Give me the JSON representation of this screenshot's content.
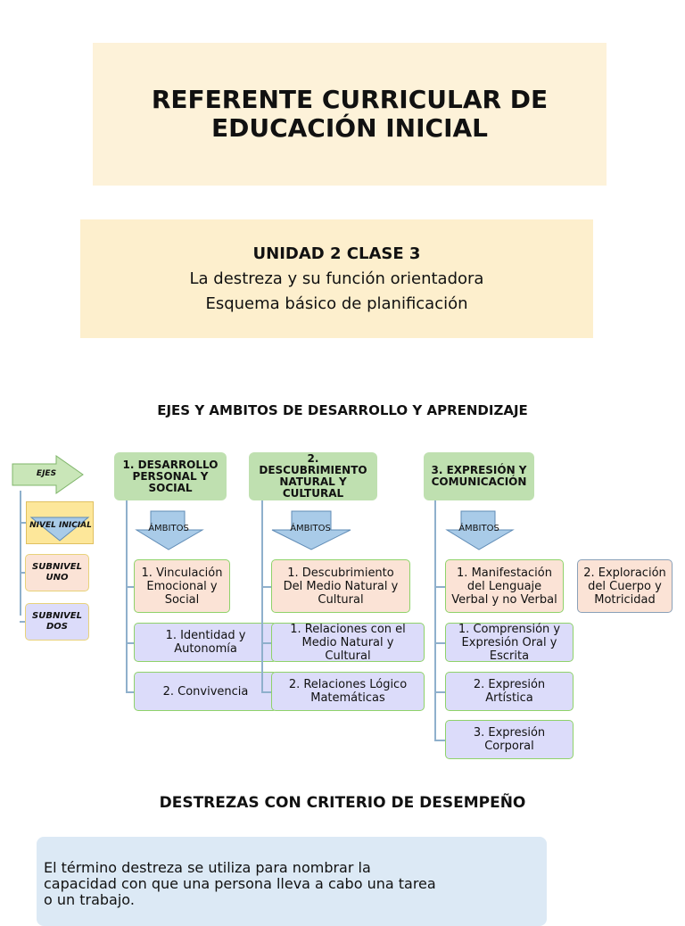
{
  "title": "REFERENTE CURRICULAR DE\nEDUCACIÓN INICIAL",
  "unit": {
    "heading": "UNIDAD 2 CLASE 3",
    "line1": "La destreza y su función orientadora",
    "line2": "Esquema básico de planificación"
  },
  "diagram": {
    "title": "EJES Y AMBITOS DE DESARROLLO Y APRENDIZAJE",
    "ejes_label": "EJES",
    "ambitos_label": "ÁMBITOS",
    "levels": [
      "NIVEL INICIAL",
      "SUBNIVEL UNO",
      "SUBNIVEL DOS"
    ],
    "columns": [
      {
        "header": "1. DESARROLLO PERSONAL Y SOCIAL",
        "items": [
          "1. Vinculación Emocional y Social",
          "1. Identidad y Autonomía",
          "2. Convivencia"
        ]
      },
      {
        "header": "2. DESCUBRIMIENTO NATURAL Y CULTURAL",
        "items": [
          "1. Descubrimiento Del Medio Natural y Cultural",
          "1. Relaciones con el Medio Natural y Cultural",
          "2. Relaciones Lógico Matemáticas"
        ]
      },
      {
        "header": "3. EXPRESIÓN Y COMUNICACIÓN",
        "items": [
          "1. Manifestación del Lenguaje Verbal y no Verbal",
          "1. Comprensión y Expresión Oral y Escrita",
          "2. Expresión Artística",
          "3. Expresión Corporal"
        ],
        "extra": "2. Exploración del Cuerpo y Motricidad"
      }
    ]
  },
  "destrezas": {
    "title": "DESTREZAS CON CRITERIO DE DESEMPEÑO",
    "text": "El término destreza se utiliza para nombrar la capacidad con que una persona lleva a cabo una tarea o un trabajo."
  },
  "colors": {
    "header_green": "#bfe0b0",
    "peach": "#fbe3d6",
    "lavender": "#dcdcfa",
    "cream": "#fdf2d9",
    "light_blue": "#dce9f5",
    "arrow_blue": "#a9cbe8",
    "level_yellow": "#fde79a"
  }
}
